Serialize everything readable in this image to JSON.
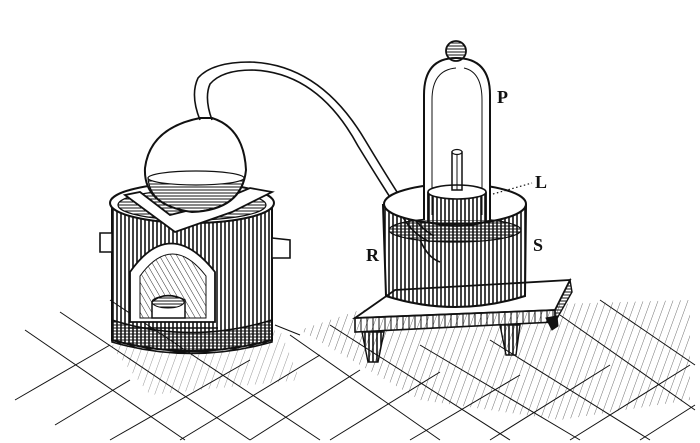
{
  "labels": {
    "p": "P",
    "l": "L",
    "r": "R",
    "s": "S"
  },
  "colors": {
    "ink": "#111111",
    "paper": "#ffffff"
  }
}
